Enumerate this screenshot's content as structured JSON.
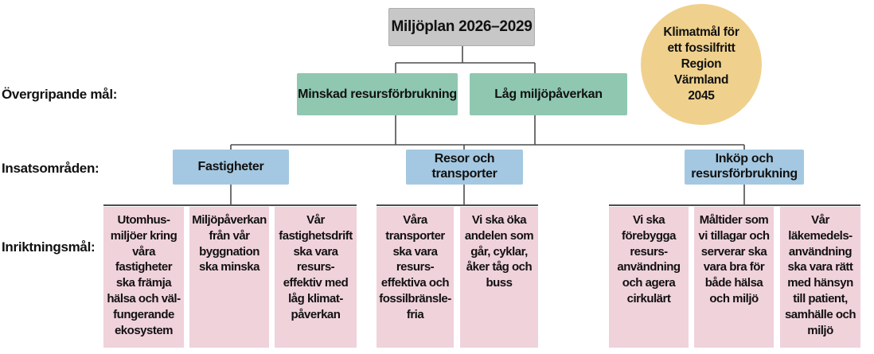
{
  "diagram": {
    "title": "Miljöplan 2026–2029",
    "badge": "Klimatmål för\nett fossilfritt\nRegion\nVärmland\n2045",
    "row_labels": [
      {
        "label": "Övergripande mål:"
      },
      {
        "label": "Insatsområden:"
      },
      {
        "label": "Inriktningsmål:"
      }
    ],
    "overall_goals": [
      {
        "label": "Minskad resursförbrukning"
      },
      {
        "label": "Låg miljöpåverkan"
      }
    ],
    "focus_areas": [
      {
        "label": "Fastigheter"
      },
      {
        "label": "Resor och\ntransporter"
      },
      {
        "label": "Inköp och\nresursförbrukning"
      }
    ],
    "direction_goals": [
      {
        "group": "Fastigheter",
        "label": "Utomhus-\nmiljöer kring\nvåra\nfastigheter\nska främja\nhälsa och väl-\nfungerande\nekosystem"
      },
      {
        "group": "Fastigheter",
        "label": "Miljöpåverkan\nfrån vår\nbyggnation\nska minska"
      },
      {
        "group": "Fastigheter",
        "label": "Vår\nfastighetsdrift\nska vara\nresurs-\neffektiv med\nlåg klimat-\npåverkan"
      },
      {
        "group": "Resor och transporter",
        "label": "Våra\ntransporter\nska vara\nresurs-\neffektiva och\nfossilbränsle-\nfria"
      },
      {
        "group": "Resor och transporter",
        "label": "Vi ska öka\nandelen som\ngår, cyklar,\nåker tåg och\nbuss"
      },
      {
        "group": "Inköp och resursförbrukning",
        "label": "Vi ska\nförebygga\nresurs-\nanvändning\noch agera\ncirkulärt"
      },
      {
        "group": "Inköp och resursförbrukning",
        "label": "Måltider som\nvi tillagar och\nserverar ska\nvara bra för\nbåde hälsa\noch miljö"
      },
      {
        "group": "Inköp och resursförbrukning",
        "label": "Vår\nläkemedels-\nanvändning\nska vara rätt\nmed hänsyn\ntill patient,\nsamhälle och\nmiljö"
      }
    ],
    "colors": {
      "root_box": "#c7c7c7",
      "badge_circle": "#efd18d",
      "overall_goal_box": "#8fc7b1",
      "focus_area_box": "#a4c8e1",
      "direction_goal_box": "#f0d2db",
      "connector_line": "#4d4d4d",
      "text": "#111111"
    }
  }
}
